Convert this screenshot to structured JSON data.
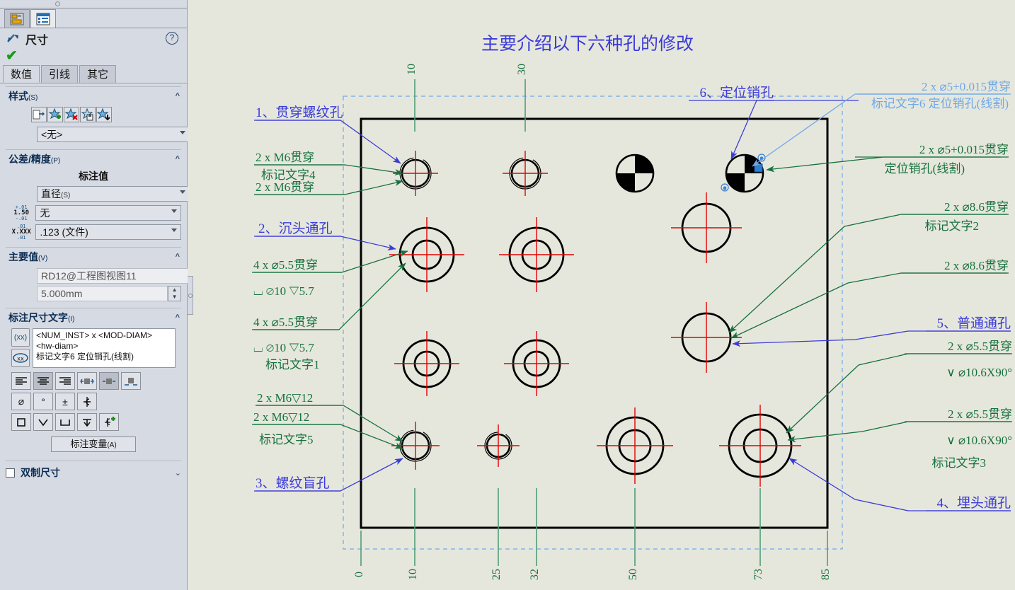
{
  "panel": {
    "tabs": [
      {
        "name": "property-manager-tab",
        "icon": "property-manager-icon"
      },
      {
        "name": "feature-manager-tab",
        "icon": "feature-tree-icon"
      }
    ],
    "title": "尺寸",
    "help_icon": "?",
    "ok_icon": "✔",
    "subtabs": [
      {
        "label": "数值",
        "active": true
      },
      {
        "label": "引线",
        "active": false
      },
      {
        "label": "其它",
        "active": false
      }
    ],
    "style_section": {
      "title": "样式",
      "key": "(S)",
      "icons": [
        "apply-style-icon",
        "add-style-icon",
        "delete-style-icon",
        "save-style-icon",
        "load-style-icon"
      ],
      "value": "<无>"
    },
    "tolerance_section": {
      "title": "公差/精度",
      "key": "(P)",
      "label": "标注值",
      "dim_type": "直径",
      "dim_type_key": "(S)",
      "tolerance": "无",
      "precision": ".123 (文件)",
      "tol_icon_top": "+.01",
      "tol_icon_mid": "1.50",
      "tol_icon_bot": "-.01",
      "prec_icon_top": ".01",
      "prec_icon_mid": "X.XXX",
      "prec_icon_bot": ".01"
    },
    "primary_section": {
      "title": "主要值",
      "key": "(V)",
      "name_value": "RD12@工程图视图11",
      "dim_value": "5.000mm"
    },
    "dimtext_section": {
      "title": "标注尺寸文字",
      "key": "(I)",
      "btn_add_ref": "(xx)",
      "btn_dim_value": "xx",
      "text_line1": "<NUM_INST> x <MOD-DIAM> <hw-diam>",
      "text_line2": "标记文字6 定位销孔(线割)",
      "align_buttons": [
        "align-left-icon",
        "align-center-icon",
        "align-right-icon",
        "place-above-icon",
        "place-center-icon",
        "place-below-icon"
      ],
      "symbol_buttons_row1": [
        "diameter-symbol-icon",
        "degree-symbol-icon",
        "plus-minus-symbol-icon",
        "centerline-symbol-icon"
      ],
      "symbol_buttons_row2": [
        "square-symbol-icon",
        "countersink-symbol-icon",
        "counterbore-symbol-icon",
        "depth-symbol-icon",
        "more-symbols-icon"
      ],
      "dim_variable_button": "标注变量",
      "dim_variable_key": "(A)"
    },
    "dual_section": {
      "title": "双制尺寸",
      "checked": false
    }
  },
  "drawing": {
    "title": "主要介绍以下六种孔的修改",
    "top_dims": [
      "10",
      "30"
    ],
    "bottom_dims": [
      "0",
      "10",
      "25",
      "32",
      "50",
      "73",
      "85"
    ],
    "callouts_blue": [
      {
        "id": "c1",
        "label": "1、贯穿螺纹孔"
      },
      {
        "id": "c2",
        "label": "2、沉头通孔"
      },
      {
        "id": "c3",
        "label": "3、螺纹盲孔"
      },
      {
        "id": "c4",
        "label": "4、埋头通孔"
      },
      {
        "id": "c5",
        "label": "5、普通通孔"
      },
      {
        "id": "c6",
        "label": "6、定位销孔"
      }
    ],
    "ghost_note": {
      "line1": "2 x  ⌀5+0.015贯穿",
      "line2": "标记文字6 定位销孔(线割)"
    },
    "notes_green": [
      {
        "id": "n1",
        "lines": [
          "2 x  M6贯穿",
          "标记文字4"
        ]
      },
      {
        "id": "n2",
        "lines": [
          "2 x  M6贯穿"
        ]
      },
      {
        "id": "n3",
        "lines": [
          "4 x  ⌀5.5贯穿",
          "⌴ ⌀10 ▽5.7"
        ]
      },
      {
        "id": "n4",
        "lines": [
          "4 x  ⌀5.5贯穿",
          "⌴ ⌀10 ▽5.7",
          "标记文字1"
        ]
      },
      {
        "id": "n5",
        "lines": [
          "2 x  M6▽12"
        ]
      },
      {
        "id": "n6",
        "lines": [
          "2 x  M6▽12",
          "标记文字5"
        ]
      },
      {
        "id": "n7",
        "lines": [
          "2 x  ⌀5+0.015贯穿",
          "定位销孔(线割)"
        ]
      },
      {
        "id": "n8",
        "lines": [
          "2 x  ⌀8.6贯穿",
          "标记文字2"
        ]
      },
      {
        "id": "n9",
        "lines": [
          "2 x  ⌀8.6贯穿"
        ]
      },
      {
        "id": "n10",
        "lines": [
          "2 x  ⌀5.5贯穿",
          "∨ ⌀10.6X90°"
        ]
      },
      {
        "id": "n11",
        "lines": [
          "2 x  ⌀5.5贯穿",
          "∨ ⌀10.6X90°",
          "标记文字3"
        ]
      }
    ],
    "colors": {
      "background": "#e6e7dc",
      "annotation_blue": "#3b3bd8",
      "annotation_green": "#17713f",
      "centerline_red": "#e40000",
      "extension_green": "#4f9e78",
      "ghost_blue": "#6fa8e8",
      "outline_black": "#000000"
    }
  }
}
